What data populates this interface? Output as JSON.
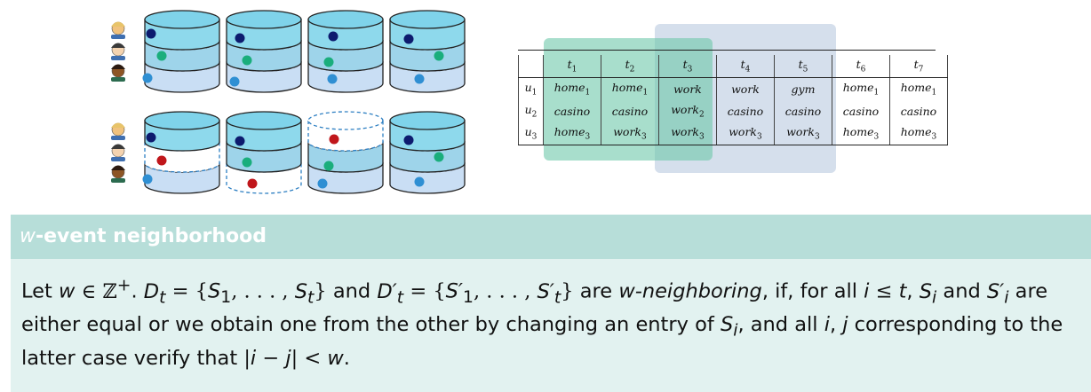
{
  "table": {
    "times": [
      "t1",
      "t2",
      "t3",
      "t4",
      "t5",
      "t6",
      "t7"
    ],
    "rows": [
      {
        "user": "u1",
        "values": [
          "home1",
          "home1",
          "work",
          "work",
          "gym",
          "home1",
          "home1"
        ]
      },
      {
        "user": "u2",
        "values": [
          "casino",
          "casino",
          "work2",
          "casino",
          "casino",
          "casino",
          "casino"
        ]
      },
      {
        "user": "u3",
        "values": [
          "home3",
          "work3",
          "work3",
          "work3",
          "work3",
          "home3",
          "home3"
        ]
      }
    ]
  },
  "definition": {
    "title": "w-event neighborhood",
    "text": "Let w ∈ ℤ⁺. D_t = {S_1, …, S_t} and D'_t = {S'_1, …, S'_t} are w-neighboring, if, for all i ≤ t, S_i and S'_i are either equal or we obtain one from the other by changing an entry of S_i, and all i, j corresponding to the latter case verify that |i − j| < w."
  },
  "colors": {
    "highlight_green": "#7fcfb6",
    "highlight_blue": "#b9c9df",
    "header_band": "#b7ded9",
    "body_band": "#e2f2f0",
    "dot_navy": "#0d1b6e",
    "dot_green": "#1aae7c",
    "dot_blue": "#2f8fd3",
    "dot_red": "#c0161b"
  }
}
